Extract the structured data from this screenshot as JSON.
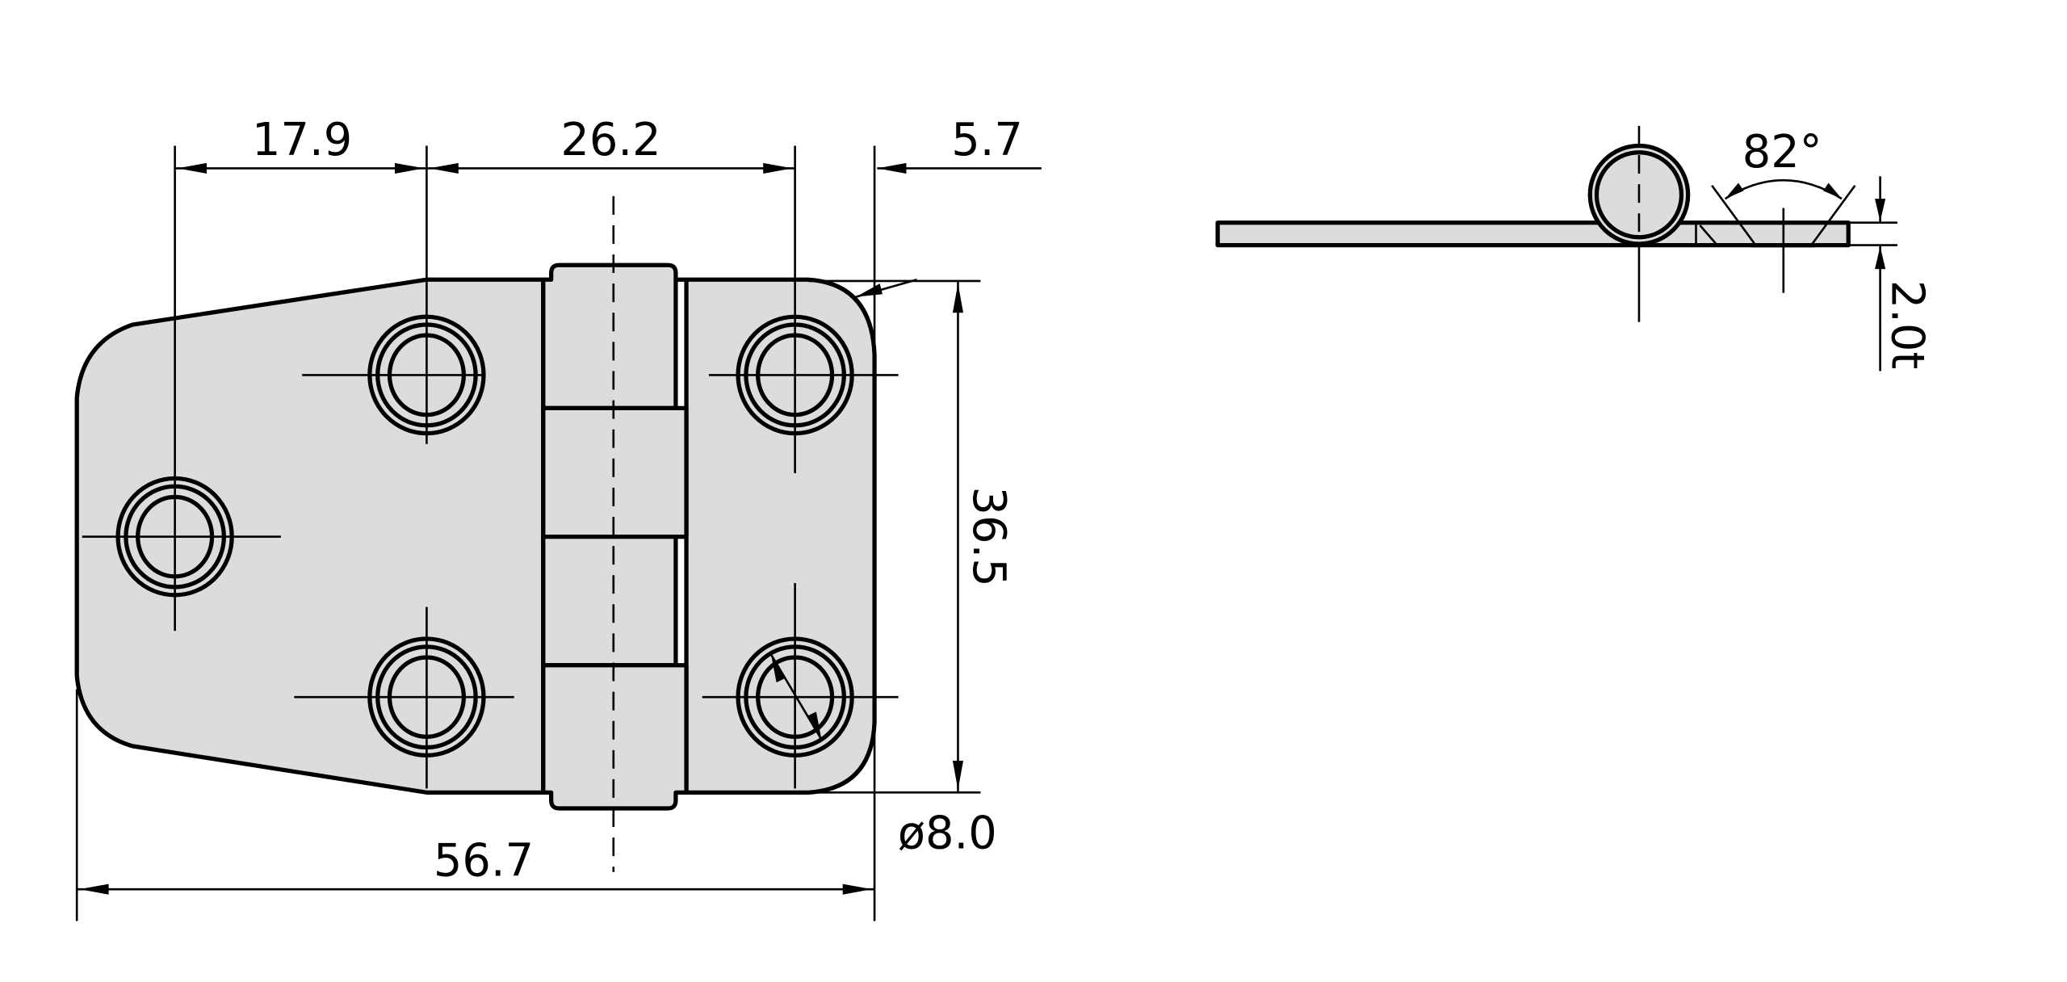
{
  "drawing": {
    "front_view": {
      "dim_hole_to_hole_left": "17.9",
      "dim_hole_spacing": "26.2",
      "dim_edge_offset": "5.7",
      "dim_height": "36.5",
      "dim_overall_width": "56.7",
      "dim_hole_diameter": "ø8.0"
    },
    "side_view": {
      "countersink_angle": "82°",
      "thickness": "2.0t"
    },
    "colors": {
      "fill": "#dcdcdc",
      "line": "#000000"
    }
  }
}
